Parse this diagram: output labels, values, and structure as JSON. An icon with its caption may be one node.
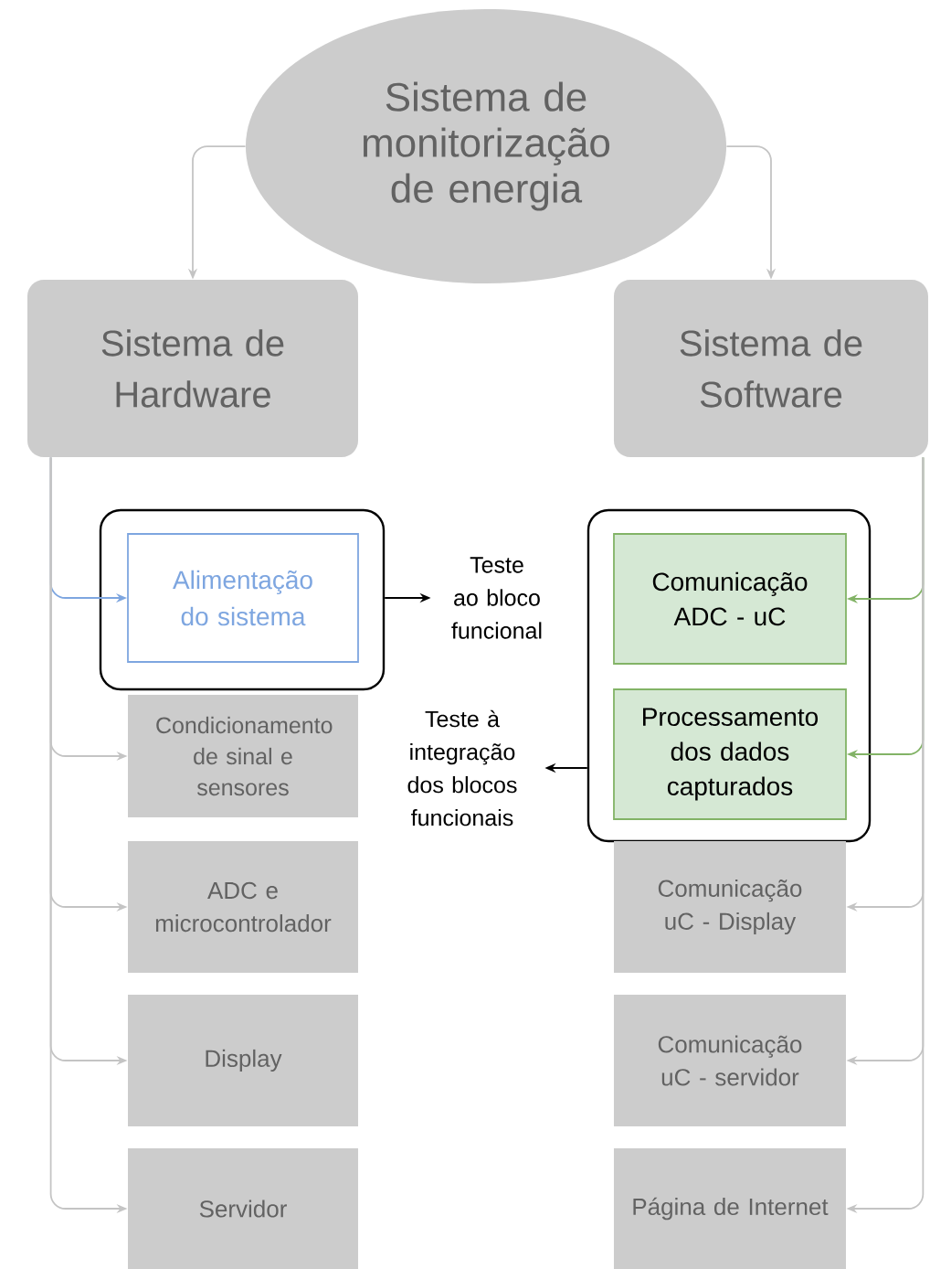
{
  "diagram": {
    "nodes": [
      {
        "text": [
          "Sistema de monitorização de energia"
        ]
      },
      {
        "text": [
          "Sistema de Hardware"
        ]
      },
      {
        "text": [
          "Sistema de Software"
        ]
      },
      {
        "text": [],
        "shape": "box"
      },
      {
        "text": [
          "Alimentação do sistema"
        ],
        "in": 3
      },
      {
        "text": [
          "Teste ao bloco funcional"
        ]
      },
      {
        "text": [],
        "shape": "box"
      },
      {
        "text": [
          "Comunicação ADC - uC"
        ],
        "in": 6
      },
      {
        "text": [
          "Processamento dos dados capturados"
        ],
        "in": 6
      },
      {
        "text": [
          "Teste à integração dos blocos funcionais"
        ]
      },
      {
        "text": [
          "Condicionamento de sinal e sensores"
        ]
      },
      {
        "text": [
          "ADC e microcontrolador"
        ]
      },
      {
        "text": [
          "Display"
        ]
      },
      {
        "text": [
          "Servidor"
        ]
      },
      {
        "text": [
          "Comunicação uC - Display"
        ]
      },
      {
        "text": [
          "Comunicação uC - servidor"
        ]
      },
      {
        "text": [
          "Página de Internet"
        ]
      }
    ],
    "edges": [
      {
        "from": 0,
        "to": 1,
        "arrow": "to"
      },
      {
        "from": 0,
        "to": 2,
        "arrow": "to"
      },
      {
        "from": 1,
        "to": 4,
        "arrow": "to",
        "color": "#7ea6e0"
      },
      {
        "from": 1,
        "to": 10,
        "arrow": "to"
      },
      {
        "from": 1,
        "to": 11,
        "arrow": "to"
      },
      {
        "from": 1,
        "to": 12,
        "arrow": "to"
      },
      {
        "from": 1,
        "to": 13,
        "arrow": "to"
      },
      {
        "from": 2,
        "to": 7,
        "arrow": "to",
        "color": "#82b366"
      },
      {
        "from": 2,
        "to": 8,
        "arrow": "to",
        "color": "#82b366"
      },
      {
        "from": 2,
        "to": 14,
        "arrow": "to"
      },
      {
        "from": 2,
        "to": 15,
        "arrow": "to"
      },
      {
        "from": 2,
        "to": 16,
        "arrow": "to"
      },
      {
        "from": 3,
        "to": 5,
        "arrow": "to",
        "color": "#000000"
      },
      {
        "from": 6,
        "to": 9,
        "arrow": "to",
        "color": "#000000"
      }
    ]
  }
}
